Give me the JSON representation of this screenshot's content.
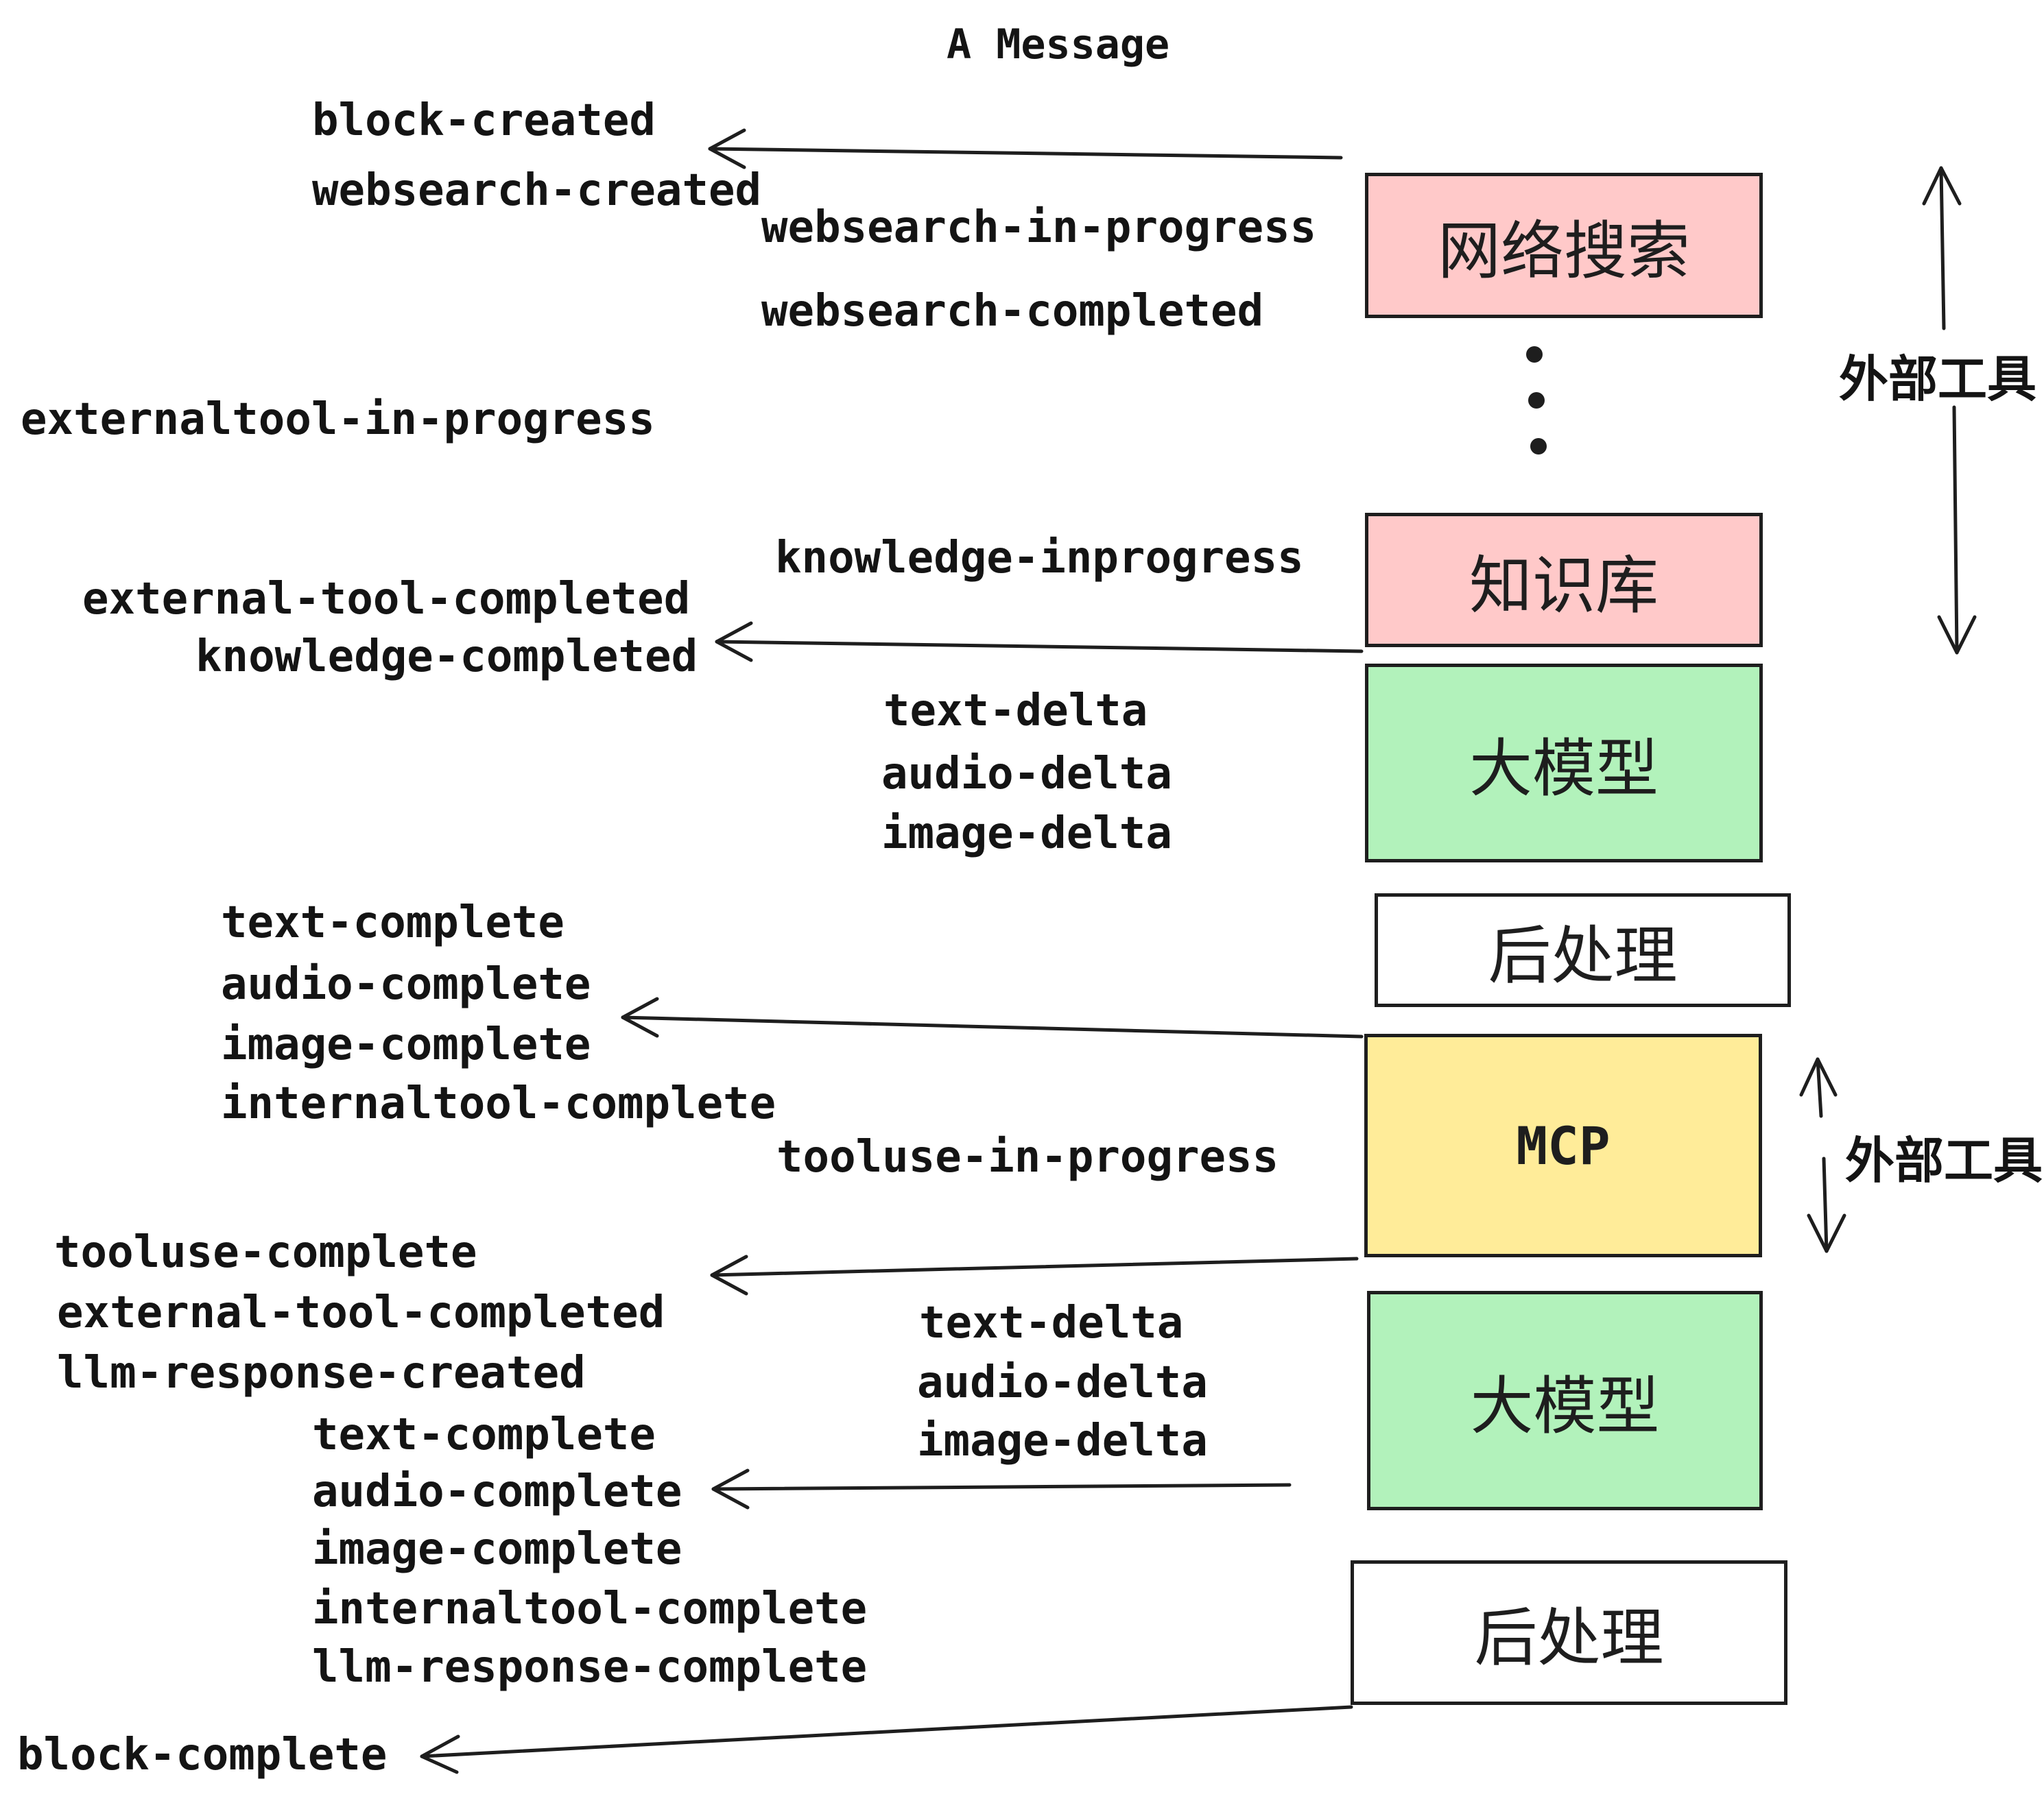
{
  "title": "A Message",
  "colors": {
    "stroke": "#1E1E1E",
    "external_tool_node_fill": "#FFC9C9",
    "llm_node_fill": "#B2F2BB",
    "mcp_node_fill": "#FFEC99",
    "postprocess_node_fill": "#FFFFFF",
    "background": "#FFFFFF"
  },
  "boxes": {
    "websearch": {
      "label": "网络搜索",
      "fill": "#FFC9C9"
    },
    "knowledge": {
      "label": "知识库",
      "fill": "#FFC9C9"
    },
    "llm_1": {
      "label": "大模型",
      "fill": "#B2F2BB"
    },
    "post_1": {
      "label": "后处理",
      "fill": "#FFFFFF"
    },
    "mcp": {
      "label": "MCP",
      "fill": "#FFEC99"
    },
    "llm_2": {
      "label": "大模型",
      "fill": "#B2F2BB"
    },
    "post_2": {
      "label": "后处理",
      "fill": "#FFFFFF"
    }
  },
  "annotations": {
    "external_tools_top": "外部工具",
    "external_tools_mcp": "外部工具",
    "ellipsis_dots": "⋮"
  },
  "events": {
    "block_created": "block-created",
    "websearch_created": "websearch-created",
    "websearch_in_progress": "websearch-in-progress",
    "websearch_completed": "websearch-completed",
    "externaltool_in_progress": "externaltool-in-progress",
    "knowledge_inprogress": "knowledge-inprogress",
    "external_tool_completed_1": "external-tool-completed",
    "knowledge_completed": "knowledge-completed",
    "text_delta_1": "text-delta",
    "audio_delta_1": "audio-delta",
    "image_delta_1": "image-delta",
    "text_complete_1": "text-complete",
    "audio_complete_1": "audio-complete",
    "image_complete_1": "image-complete",
    "internaltool_complete_1": "internaltool-complete",
    "tooluse_in_progress": "tooluse-in-progress",
    "tooluse_complete": "tooluse-complete",
    "external_tool_completed_2": "external-tool-completed",
    "llm_response_created": "llm-response-created",
    "text_complete_2": "text-complete",
    "audio_complete_2": "audio-complete",
    "image_complete_2": "image-complete",
    "internaltool_complete_2": "internaltool-complete",
    "llm_response_complete": "llm-response-complete",
    "block_complete": "block-complete"
  }
}
